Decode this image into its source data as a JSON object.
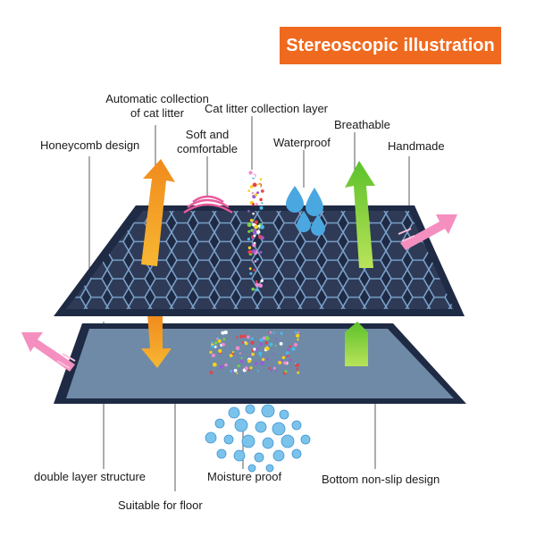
{
  "title": "Stereoscopic illustration",
  "labels": {
    "automatic_collection": "Automatic collection\nof cat litter",
    "litter_layer": "Cat litter collection layer",
    "breathable": "Breathable",
    "honeycomb": "Honeycomb design",
    "soft": "Soft and\ncomfortable",
    "waterproof": "Waterproof",
    "handmade": "Handmade",
    "double_layer": "double layer structure",
    "moisture_proof": "Moisture proof",
    "non_slip": "Bottom non-slip design",
    "floor": "Suitable for floor"
  },
  "colors": {
    "banner": "#ef6a1f",
    "mat_border": "#1f2a44",
    "mat_surface": "#2e3a56",
    "hex_line": "#7aa0c8",
    "bottom_surface": "#6e8aa6",
    "orange_arrow": "#f39a1e",
    "green_arrow": "#7fcf2a",
    "pink_arrow": "#f48fbf",
    "water": "#4aa7e0"
  }
}
